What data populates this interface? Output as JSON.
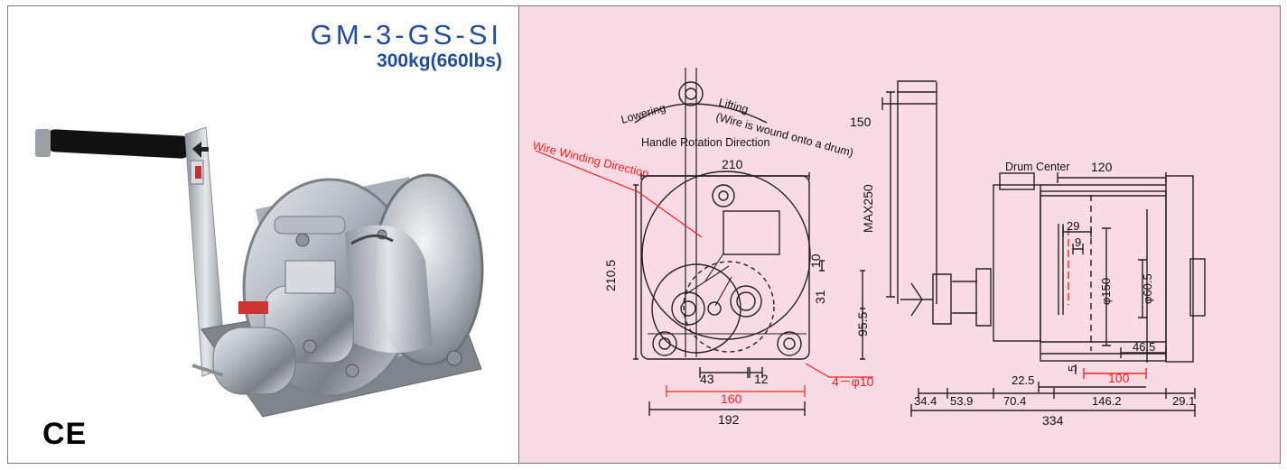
{
  "product": {
    "model": "GM-3-GS-SI",
    "capacity": "300kg(660lbs)",
    "certification": "CE"
  },
  "drawing": {
    "labels": {
      "lowering": "Lowering",
      "lifting_line1": "Lifting",
      "lifting_line2": "(Wire is wound onto a drum)",
      "handle_rotation": "Handle Rotation Direction",
      "wire_winding": "Wire Winding Direction",
      "drum_center": "Drum Center"
    },
    "dimensions": {
      "d_150": "150",
      "d_210": "210",
      "d_210_5": "210.5",
      "d_max250": "MAX250",
      "d_120": "120",
      "d_29": "29",
      "d_9": "9",
      "d_10": "10",
      "d_31": "31",
      "d_95_5": "95.5",
      "d_phi150": "φ150",
      "d_phi60_5": "φ60.5",
      "d_46_5": "46.5",
      "d_5": "5",
      "d_43": "43",
      "d_12": "12",
      "d_160": "160",
      "d_192": "192",
      "d_4phi10": "4－φ10",
      "d_22_5": "22.5",
      "d_100": "100",
      "d_34_4": "34.4",
      "d_53_9": "53.9",
      "d_70_4": "70.4",
      "d_146_2": "146.2",
      "d_29_1": "29.1",
      "d_334": "334"
    }
  },
  "colors": {
    "title_blue": "#214d9b",
    "drawing_background": "#f8dbe4",
    "accent_red": "#ff1f1f"
  }
}
